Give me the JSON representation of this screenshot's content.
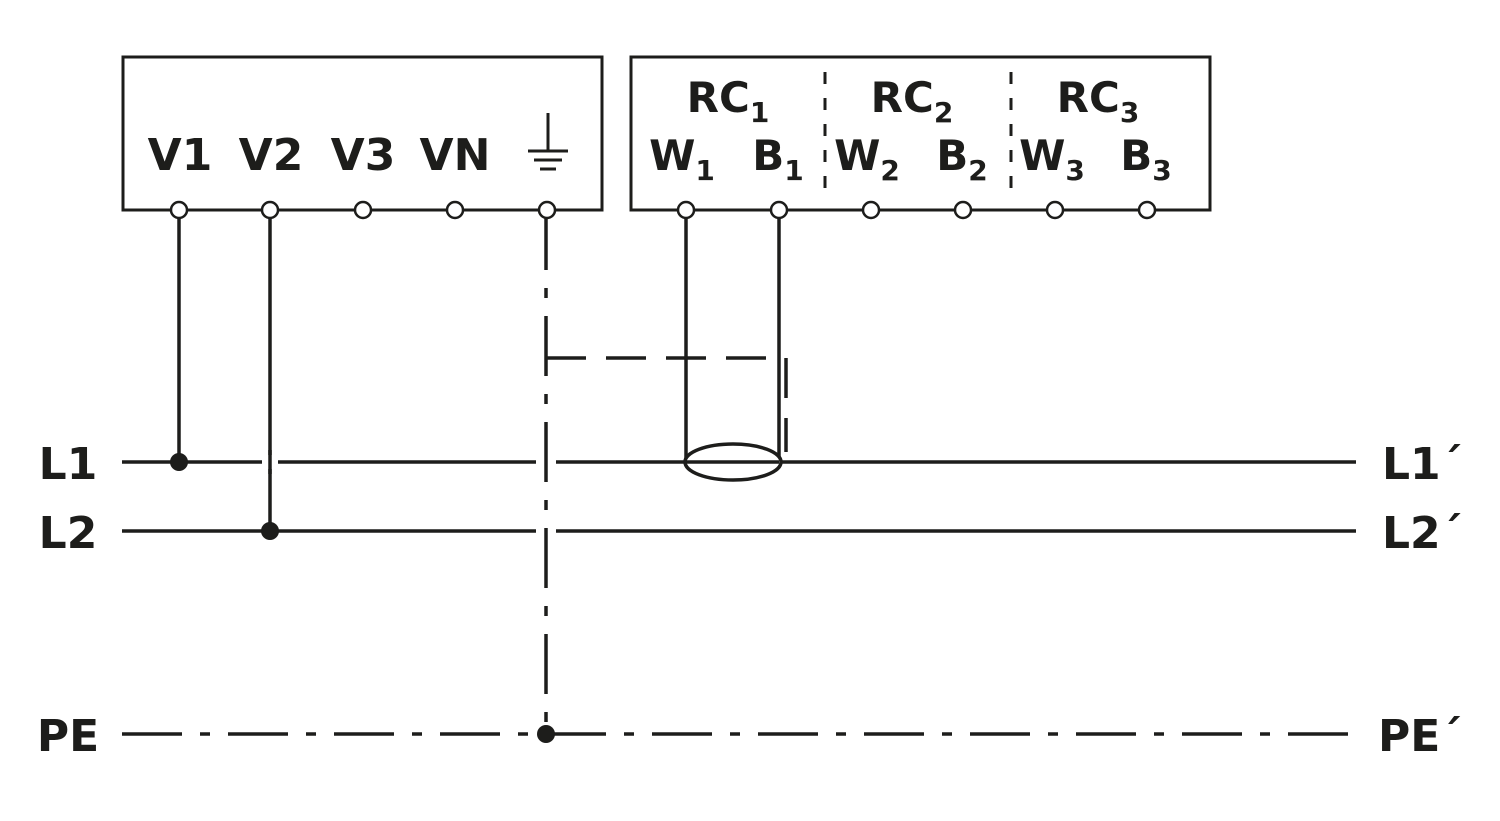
{
  "voltage_module": {
    "terminals": [
      "V1",
      "V2",
      "V3",
      "VN"
    ],
    "ground_symbol": "ground-icon"
  },
  "rc_module": {
    "groups": [
      {
        "name": "RC",
        "name_sub": "1",
        "terminals": [
          {
            "base": "W",
            "sub": "1"
          },
          {
            "base": "B",
            "sub": "1"
          }
        ]
      },
      {
        "name": "RC",
        "name_sub": "2",
        "terminals": [
          {
            "base": "W",
            "sub": "2"
          },
          {
            "base": "B",
            "sub": "2"
          }
        ]
      },
      {
        "name": "RC",
        "name_sub": "3",
        "terminals": [
          {
            "base": "W",
            "sub": "3"
          },
          {
            "base": "B",
            "sub": "3"
          }
        ]
      }
    ]
  },
  "lines": {
    "l1_in": "L1",
    "l2_in": "L2",
    "pe_in": "PE",
    "l1_out": "L1´",
    "l2_out": "L2´",
    "pe_out": "PE´"
  },
  "colors": {
    "ink": "#1d1d1b",
    "background": "#ffffff"
  }
}
